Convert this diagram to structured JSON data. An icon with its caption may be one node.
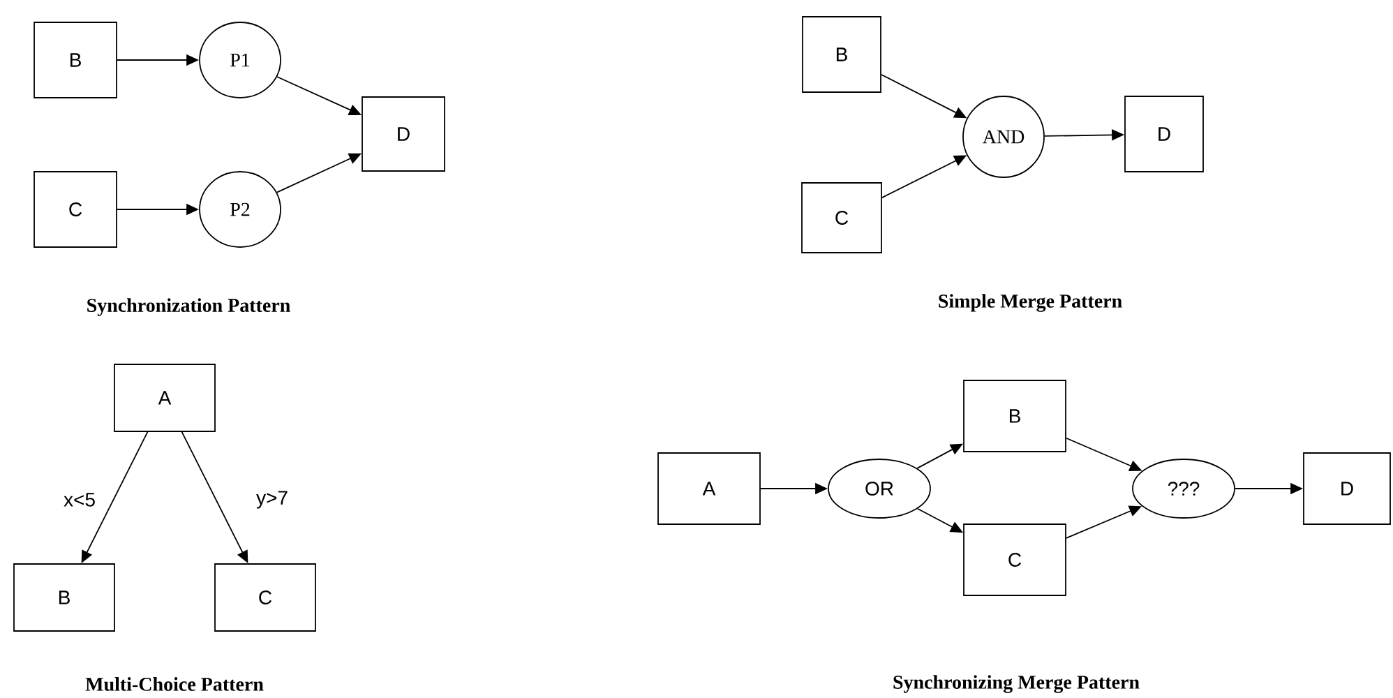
{
  "diagram": {
    "nodes": [
      {
        "text": [
          "B"
        ]
      },
      {
        "text": [
          "P1"
        ]
      },
      {
        "text": [
          "C"
        ]
      },
      {
        "text": [
          "P2"
        ]
      },
      {
        "text": [
          "D"
        ]
      },
      {
        "text": [
          "B"
        ]
      },
      {
        "text": [
          "C"
        ]
      },
      {
        "text": [
          "AND"
        ]
      },
      {
        "text": [
          "D"
        ]
      },
      {
        "text": [
          "A"
        ]
      },
      {
        "text": [
          "B"
        ]
      },
      {
        "text": [
          "C"
        ]
      },
      {
        "text": [
          "A"
        ]
      },
      {
        "text": [
          "OR"
        ]
      },
      {
        "text": [
          "B"
        ]
      },
      {
        "text": [
          "C"
        ]
      },
      {
        "text": [
          "???"
        ]
      },
      {
        "text": [
          "D"
        ]
      }
    ],
    "edges": [
      {
        "from": 0,
        "to": 1,
        "arrow": "to"
      },
      {
        "from": 2,
        "to": 3,
        "arrow": "to"
      },
      {
        "from": 1,
        "to": 4,
        "arrow": "to"
      },
      {
        "from": 3,
        "to": 4,
        "arrow": "to"
      },
      {
        "from": 5,
        "to": 7,
        "arrow": "to"
      },
      {
        "from": 6,
        "to": 7,
        "arrow": "to"
      },
      {
        "from": 7,
        "to": 8,
        "arrow": "to"
      },
      {
        "from": 9,
        "to": 10,
        "arrow": "to",
        "label": "x<5"
      },
      {
        "from": 9,
        "to": 11,
        "arrow": "to",
        "label": "y>7"
      },
      {
        "from": 12,
        "to": 13,
        "arrow": "to"
      },
      {
        "from": 13,
        "to": 14,
        "arrow": "to"
      },
      {
        "from": 13,
        "to": 15,
        "arrow": "to"
      },
      {
        "from": 14,
        "to": 16,
        "arrow": "to"
      },
      {
        "from": 15,
        "to": 16,
        "arrow": "to"
      },
      {
        "from": 16,
        "to": 17,
        "arrow": "to"
      }
    ],
    "labels": [
      "Synchronization Pattern",
      "Simple Merge Pattern",
      "Multi-Choice Pattern",
      "Synchronizing Merge Pattern"
    ]
  }
}
